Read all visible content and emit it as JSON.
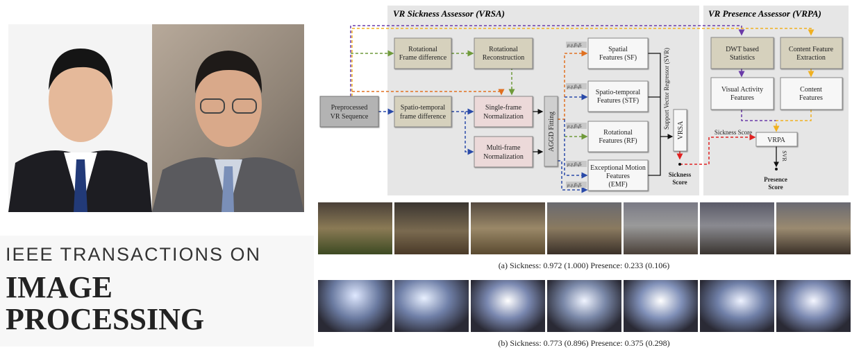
{
  "journal": {
    "line1": "IEEE TRANSACTIONS ON",
    "line2": "IMAGE",
    "line3": "PROCESSING"
  },
  "diagram": {
    "vrsa_title": "VR Sickness Assessor (VRSA)",
    "vrpa_title": "VR Presence Assessor (VRPA)",
    "preprocessed": [
      "Preprocessed",
      "VR Sequence"
    ],
    "rot_frame_diff": [
      "Rotational",
      "Frame difference"
    ],
    "rot_recon": [
      "Rotational",
      "Reconstruction"
    ],
    "st_frame_diff": [
      "Spatio-temporal",
      "frame difference"
    ],
    "single_norm": [
      "Single-frame",
      "Normalization"
    ],
    "multi_norm": [
      "Multi-frame",
      "Normalization"
    ],
    "aggd": "AGGD Fitting",
    "params": "μ,γ,βₗ,βᵣ",
    "sf": [
      "Spatial",
      "Features (SF)"
    ],
    "stf": [
      "Spatio-temporal",
      "Features (STF)"
    ],
    "rf": [
      "Rotational",
      "Features (RF)"
    ],
    "emf": [
      "Exceptional Motion",
      "Features",
      "(EMF)"
    ],
    "svr_label": "Support Vector Regressor (SVR)",
    "vrsa_box": "VRSA",
    "sickness_score": [
      "Sickness",
      "Score"
    ],
    "dwt": [
      "DWT based",
      "Statistics"
    ],
    "cfe": [
      "Content Feature",
      "Extraction"
    ],
    "vaf": [
      "Visual Activity",
      "Features"
    ],
    "cf": [
      "Content",
      "Features"
    ],
    "sickness_score_input": "Sickness Score",
    "vrpa_box": "VRPA",
    "svr_short": "SVR",
    "presence_score": [
      "Presence",
      "Score"
    ]
  },
  "captions": {
    "a": "(a) Sickness: 0.972 (1.000)   Presence: 0.233 (0.106)",
    "b": "(b) Sickness: 0.773 (0.896)   Presence: 0.375 (0.298)"
  },
  "colors": {
    "purple": "#6a3aa8",
    "yellow": "#f0b020",
    "green": "#6f9a3a",
    "orange": "#e07020",
    "blue": "#2a4aa8",
    "red": "#e02020",
    "tan": "#d6d1bd",
    "pink": "#ecd9d9",
    "gray": "#b3b3b3"
  }
}
